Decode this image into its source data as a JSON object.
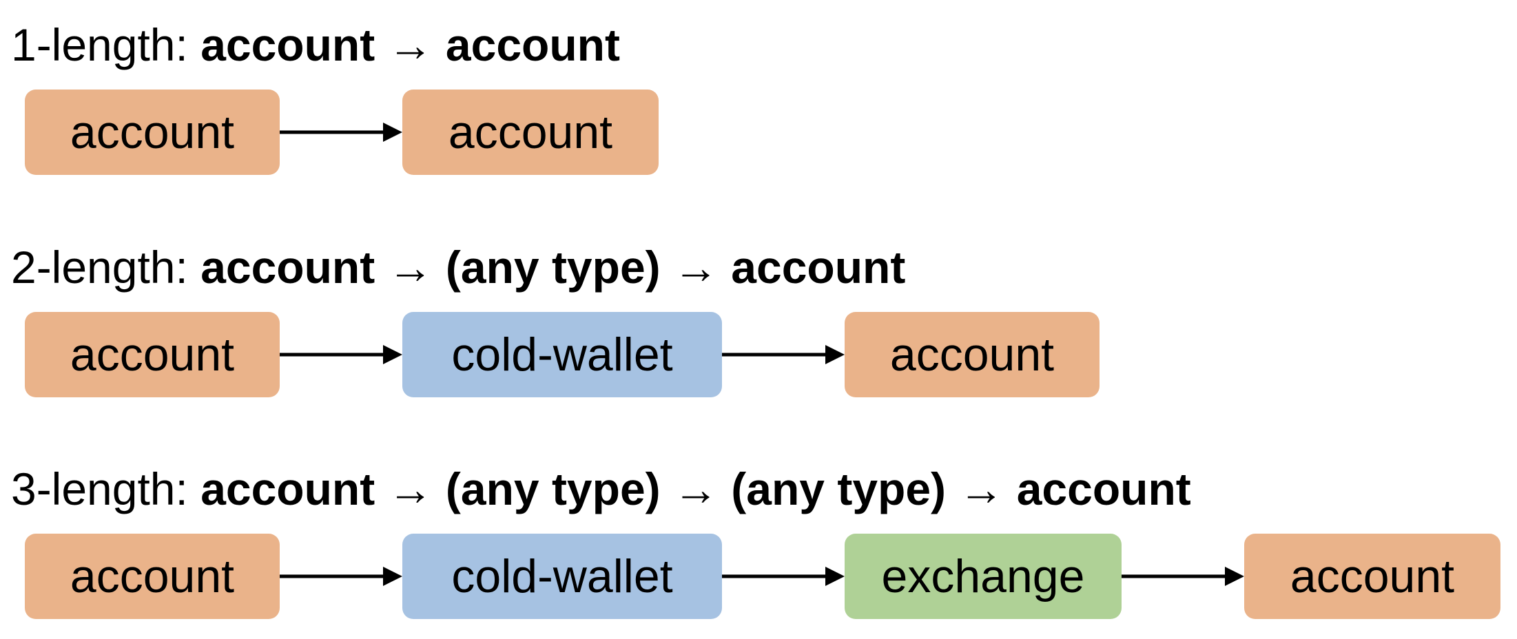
{
  "colors": {
    "account": "#EAB38A",
    "cold_wallet": "#A6C2E2",
    "exchange": "#AFD196",
    "arrow": "#000000"
  },
  "rows": [
    {
      "prefix": "1-length: ",
      "pattern": "account → account",
      "nodes": [
        {
          "label": "account",
          "kind": "account"
        },
        {
          "label": "account",
          "kind": "account"
        }
      ]
    },
    {
      "prefix": "2-length: ",
      "pattern": "account → (any type) → account",
      "nodes": [
        {
          "label": "account",
          "kind": "account"
        },
        {
          "label": "cold-wallet",
          "kind": "cold_wallet"
        },
        {
          "label": "account",
          "kind": "account"
        }
      ]
    },
    {
      "prefix": "3-length: ",
      "pattern": "account → (any type) → (any type) → account",
      "nodes": [
        {
          "label": "account",
          "kind": "account"
        },
        {
          "label": "cold-wallet",
          "kind": "cold_wallet"
        },
        {
          "label": "exchange",
          "kind": "exchange"
        },
        {
          "label": "account",
          "kind": "account"
        }
      ]
    }
  ]
}
